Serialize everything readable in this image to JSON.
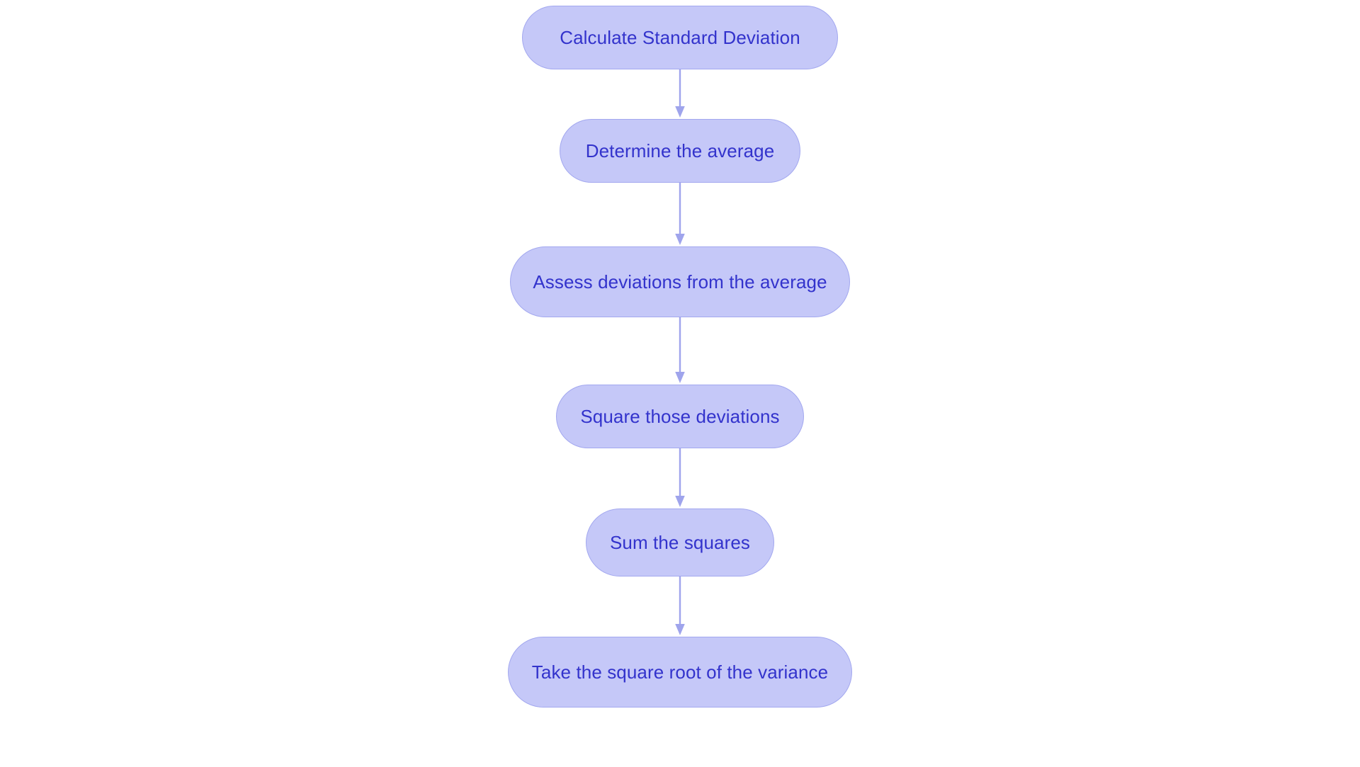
{
  "diagram": {
    "type": "flowchart",
    "orientation": "top-to-bottom",
    "title": "Calculate Standard Deviation",
    "background_color": "#ffffff",
    "node_fill_color": "#c5c8f8",
    "node_border_color": "#a3a8ef",
    "node_text_color": "#3333cc",
    "connector_color": "#9fa4ec",
    "node_shape": "stadium",
    "nodes": [
      {
        "id": "n1",
        "label": "Calculate Standard Deviation"
      },
      {
        "id": "n2",
        "label": "Determine the average"
      },
      {
        "id": "n3",
        "label": "Assess deviations from the average"
      },
      {
        "id": "n4",
        "label": "Square those deviations"
      },
      {
        "id": "n5",
        "label": "Sum the squares"
      },
      {
        "id": "n6",
        "label": "Take the square root of the variance"
      }
    ],
    "edges": [
      {
        "id": "e1",
        "from": "n1",
        "to": "n2",
        "label": "",
        "arrow": "down-arrow"
      },
      {
        "id": "e2",
        "from": "n2",
        "to": "n3",
        "label": "",
        "arrow": "down-arrow"
      },
      {
        "id": "e3",
        "from": "n3",
        "to": "n4",
        "label": "",
        "arrow": "down-arrow"
      },
      {
        "id": "e4",
        "from": "n4",
        "to": "n5",
        "label": "",
        "arrow": "down-arrow"
      },
      {
        "id": "e5",
        "from": "n5",
        "to": "n6",
        "label": "",
        "arrow": "down-arrow"
      }
    ]
  }
}
